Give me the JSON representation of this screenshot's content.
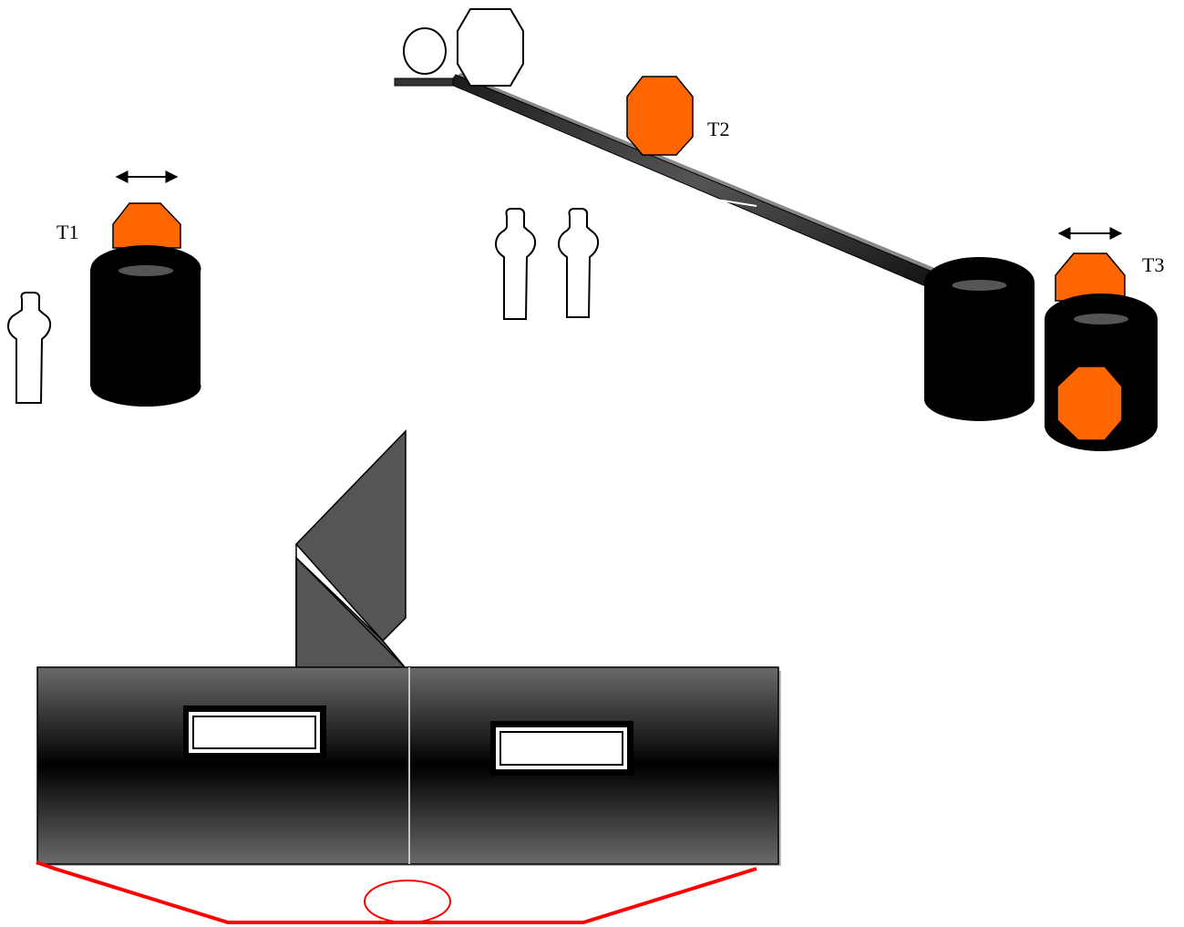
{
  "colors": {
    "target_orange": "#ff6600",
    "barrel": "#000000",
    "wall_dark": "#4d4d4d",
    "fault_line": "#ff0000",
    "no_shoot": "#ffffff"
  },
  "targets": {
    "t1": {
      "label": "T1",
      "icon": "orange-octagon-steel",
      "moving": true
    },
    "t2": {
      "label": "T2",
      "icon": "orange-octagon-steel",
      "moving": false
    },
    "t3": {
      "label": "T3",
      "icon": "orange-octagon-steel",
      "moving": true
    }
  },
  "no_shoots": {
    "count": 3,
    "icon": "white-silhouette"
  },
  "popper_stand": {
    "icons": [
      "white-circle-plate",
      "white-octagon-plate"
    ]
  }
}
